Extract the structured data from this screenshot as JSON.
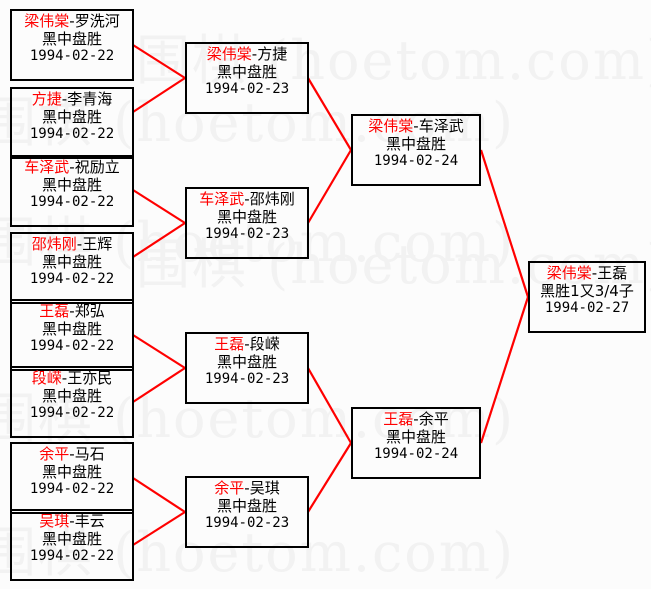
{
  "meta": {
    "background_color": "#fcfcfc",
    "winner_color": "#ff0000",
    "text_color": "#000000",
    "box_border_color": "#000000",
    "connector_color": "#ff0000",
    "watermark_color": "#f2f2f2",
    "watermark_text": "围棋 (hoetom.com)"
  },
  "watermark": {
    "rows": [
      "围棋 (hoetom.com)",
      "围棋 (hoetom.com)",
      "围棋 (hoetom.com)",
      "围棋 (hoetom.com)",
      "围棋 (hoetom.com)",
      "围棋 (hoetom.com)"
    ]
  },
  "bracket": {
    "round1": [
      {
        "winner": "梁伟棠",
        "separator": "-",
        "loser": "罗洗河",
        "result": "黑中盘胜",
        "date": "1994-02-22"
      },
      {
        "winner": "方捷",
        "separator": "-",
        "loser": "李青海",
        "result": "黑中盘胜",
        "date": "1994-02-22"
      },
      {
        "winner": "车泽武",
        "separator": "-",
        "loser": "祝励立",
        "result": "黑中盘胜",
        "date": "1994-02-22"
      },
      {
        "winner": "邵炜刚",
        "separator": "-",
        "loser": "王辉",
        "result": "黑中盘胜",
        "date": "1994-02-22"
      },
      {
        "winner": "王磊",
        "separator": "-",
        "loser": "郑弘",
        "result": "黑中盘胜",
        "date": "1994-02-22"
      },
      {
        "winner": "段嵘",
        "separator": "-",
        "loser": "王亦民",
        "result": "黑中盘胜",
        "date": "1994-02-22"
      },
      {
        "winner": "余平",
        "separator": "-",
        "loser": "马石",
        "result": "黑中盘胜",
        "date": "1994-02-22"
      },
      {
        "winner": "吴琪",
        "separator": "-",
        "loser": "丰云",
        "result": "黑中盘胜",
        "date": "1994-02-22"
      }
    ],
    "round2": [
      {
        "winner": "梁伟棠",
        "separator": "-",
        "loser": "方捷",
        "result": "黑中盘胜",
        "date": "1994-02-23"
      },
      {
        "winner": "车泽武",
        "separator": "-",
        "loser": "邵炜刚",
        "result": "黑中盘胜",
        "date": "1994-02-23"
      },
      {
        "winner": "王磊",
        "separator": "-",
        "loser": "段嵘",
        "result": "黑中盘胜",
        "date": "1994-02-23"
      },
      {
        "winner": "余平",
        "separator": "-",
        "loser": "吴琪",
        "result": "黑中盘胜",
        "date": "1994-02-23"
      }
    ],
    "semifinals": [
      {
        "winner": "梁伟棠",
        "separator": "-",
        "loser": "车泽武",
        "result": "黑中盘胜",
        "date": "1994-02-24"
      },
      {
        "winner": "王磊",
        "separator": "-",
        "loser": "余平",
        "result": "黑中盘胜",
        "date": "1994-02-24"
      }
    ],
    "final": [
      {
        "winner": "梁伟棠",
        "separator": "-",
        "loser": "王磊",
        "result": "黑胜1又3/4子",
        "date": "1994-02-27"
      }
    ]
  }
}
